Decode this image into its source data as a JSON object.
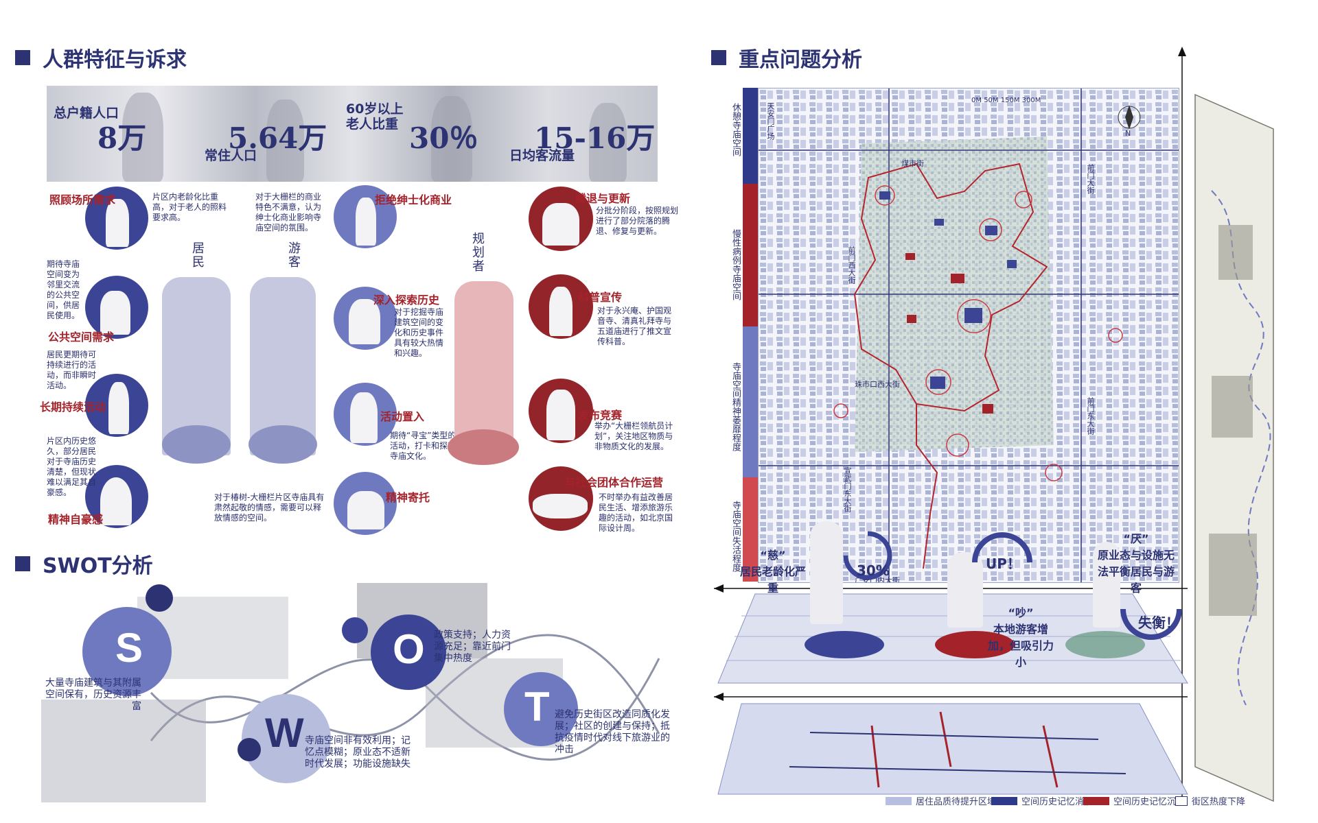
{
  "sections": {
    "crowd_title": "人群特征与诉求",
    "issue_title": "重点问题分析",
    "swot_title": "SWOT分析"
  },
  "stats": [
    {
      "label": "总户籍人口",
      "value": "8万"
    },
    {
      "label": "常住人口",
      "value": "5.64万"
    },
    {
      "label": "60岁以上\n老人比重",
      "value": "30％"
    },
    {
      "label": "日均客流量",
      "value": "15-16万"
    }
  ],
  "groups": {
    "resident": "居民",
    "tourist": "游客",
    "planner": "规划者"
  },
  "resident_needs": [
    {
      "tag": "照顾场所需求",
      "text": "片区内老龄化比重高，对于老人的照料要求高。"
    },
    {
      "tag": "公共空间需求",
      "text": "期待寺庙空间变为邻里交流的公共空间，供居民使用。"
    },
    {
      "tag": "长期持续活动",
      "text": "居民更期待可持续进行的活动，而非瞬时活动。"
    },
    {
      "tag": "精神自豪感",
      "text": "片区内历史悠久，部分居民对于寺庙历史清楚，但现状难以满足其自豪感。"
    }
  ],
  "tourist_needs": [
    {
      "tag": "拒绝绅士化商业",
      "text": "对于大栅栏的商业特色不满意，认为绅士化商业影响寺庙空间的氛围。"
    },
    {
      "tag": "深入探索历史",
      "text": "对于挖掘寺庙建筑空间的变化和历史事件具有较大热情和兴趣。"
    },
    {
      "tag": "活动置入",
      "text": "期待“寻宝”类型的活动，打卡和探索寺庙文化。"
    },
    {
      "tag": "精神寄托",
      "text": "对于椿树-大栅栏片区寺庙具有肃然起敬的情感，需要可以释放情感的空间。"
    }
  ],
  "planner_actions": [
    {
      "tag": "腾退与更新",
      "text": "分批分阶段，按照规划进行了部分院落的腾退、修复与更新。"
    },
    {
      "tag": "科普宣传",
      "text": "对于永兴庵、护国观音寺、清真礼拜寺与五道庙进行了推文宣传科普。"
    },
    {
      "tag": "发布竞赛",
      "text": "举办“大栅栏领航员计划”，关注地区物质与非物质文化的发展。"
    },
    {
      "tag": "与社会团体合作运营",
      "text": "不时举办有益改善居民生活、增添旅游乐趣的活动，如北京国际设计周。"
    }
  ],
  "swot": {
    "S": {
      "letter": "S",
      "text": "大量寺庙建筑与其附属空间保有，历史资源丰富"
    },
    "W": {
      "letter": "W",
      "text": "寺庙空间非有效利用；记忆点模糊；原业态不适新时代发展；功能设施缺失"
    },
    "O": {
      "letter": "O",
      "text": "政策支持；人力资源充足；靠近前门集中热度"
    },
    "T": {
      "letter": "T",
      "text": "避免历史街区改造同质化发展；社区的创建与保持；抵抗疫情时代对线下旅游业的冲击"
    }
  },
  "map": {
    "bands": [
      {
        "label": "休憩寺庙空间",
        "color": "#2f3a8a"
      },
      {
        "label": "慢性病例寺庙空间",
        "color": "#a4232b"
      },
      {
        "label": "寺庙空间精神萎靡程度",
        "color": "#6f79bf"
      },
      {
        "label": "寺庙空间失活程度",
        "color": "#d04a4f"
      }
    ],
    "streets": [
      "天安门广场",
      "前门大街",
      "煤市街",
      "前门西大街",
      "珠市口西大街",
      "宣武门东大街",
      "广安门内大街",
      "前门东大街"
    ],
    "scale": [
      "0M",
      "50M",
      "150M",
      "300M"
    ],
    "north": "N",
    "callouts": [
      {
        "quote": "“慈”",
        "text": "居民老龄化严重",
        "value": "30%"
      },
      {
        "quote": "“吵”",
        "text": "本地游客增加，但吸引力小",
        "value": "UP！"
      },
      {
        "quote": "“厌”",
        "text": "原业态与设施无法平衡居民与游客",
        "value": "失衡！"
      }
    ]
  },
  "legend": [
    {
      "label": "居住品质待提升区域",
      "color": "#b7bedf"
    },
    {
      "label": "空间历史记忆消散",
      "color": "#2f3a8a"
    },
    {
      "label": "空间历史记忆沉睡",
      "color": "#a4232b"
    },
    {
      "label": "街区热度下降",
      "color": "#ffffff"
    }
  ]
}
